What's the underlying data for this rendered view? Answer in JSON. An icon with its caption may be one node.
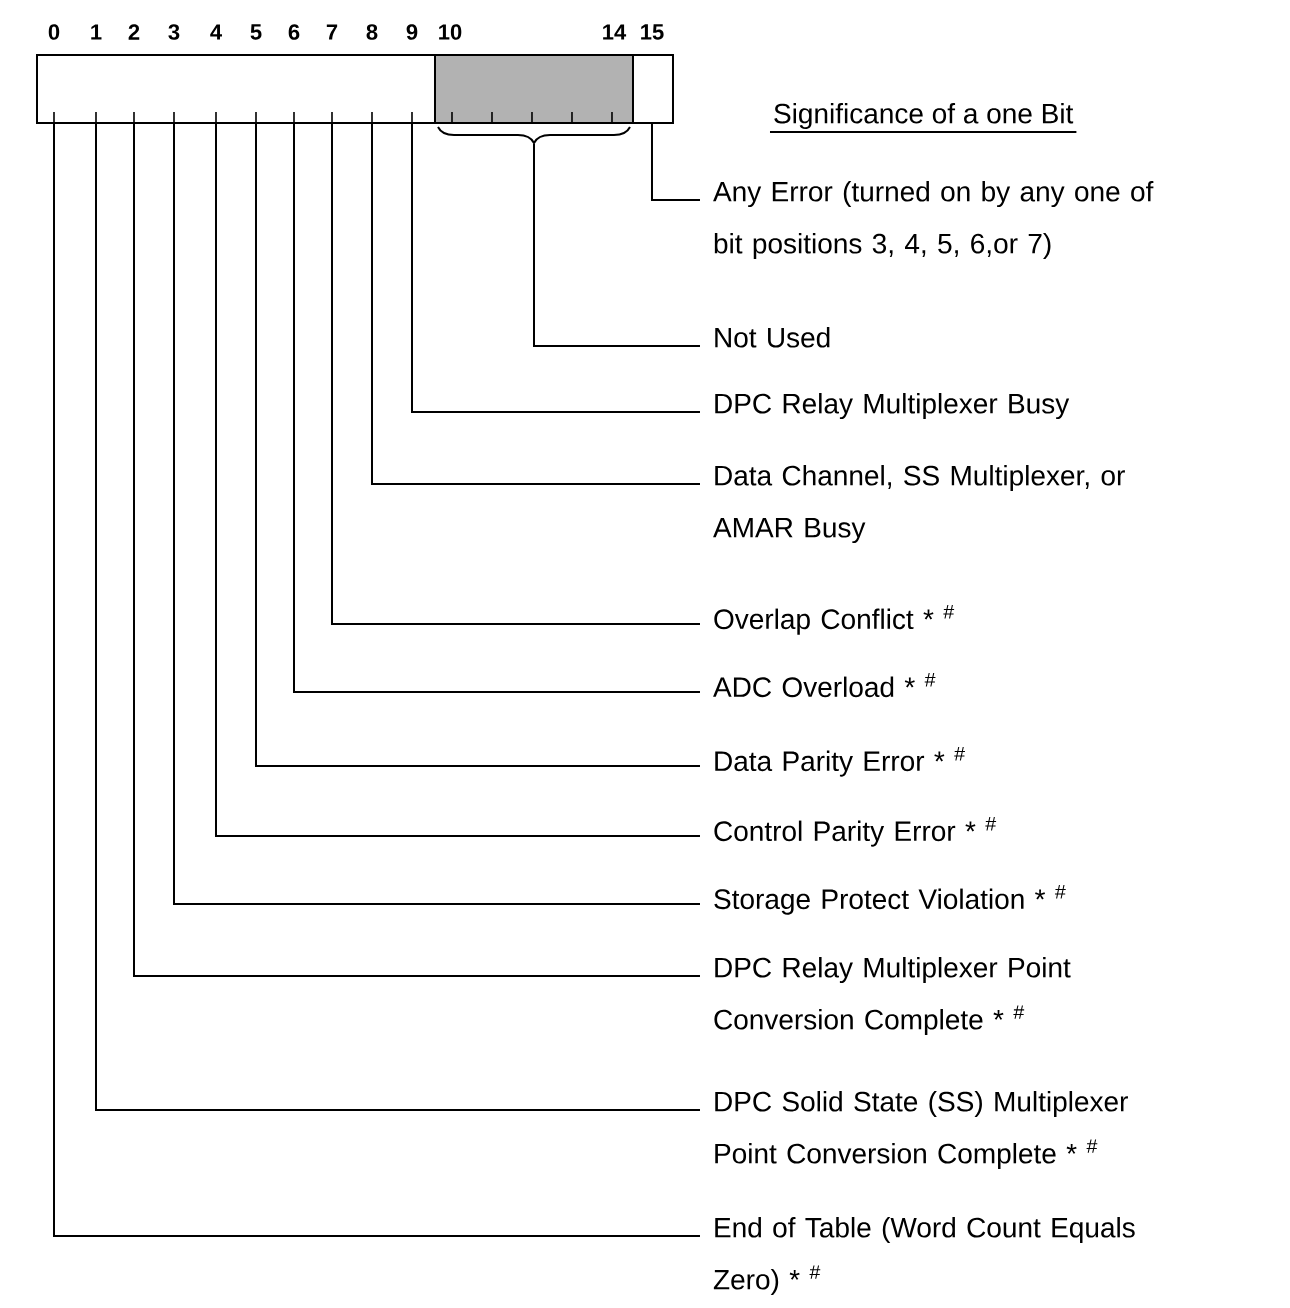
{
  "diagram": {
    "title": "Significance of a one Bit",
    "nodes": [
      {
        "text": [],
        "shape": "bar"
      },
      {
        "text": [],
        "shape": "box",
        "in": 0
      },
      {
        "text": [
          "Any Error (turned on by any one of bit positions 3, 4, 5, 6,or 7)"
        ]
      },
      {
        "text": [
          "Not Used"
        ]
      },
      {
        "text": [
          "DPC Relay Multiplexer Busy"
        ]
      },
      {
        "text": [
          "Data Channel, SS Multiplexer, or AMAR Busy"
        ]
      },
      {
        "text": [
          "Overlap Conflict * $^{#}$"
        ]
      },
      {
        "text": [
          "ADC Overload * $^{#}$"
        ]
      },
      {
        "text": [
          "Data Parity Error * $^{#}$"
        ]
      },
      {
        "text": [
          "Control Parity Error * $^{#}$"
        ]
      },
      {
        "text": [
          "Storage Protect Violation * $^{#}$"
        ]
      },
      {
        "text": [
          "DPC Relay Multiplexer Point Conversion Complete * $^{#}$"
        ]
      },
      {
        "text": [
          "DPC Solid State (SS) Multiplexer Point Conversion Complete * $^{#}$"
        ]
      },
      {
        "text": [
          "End of Table (Word Count Equals Zero) * $^{#}$"
        ]
      }
    ],
    "edges": [
      {
        "from": 2,
        "to": 0,
        "arrow": "none"
      },
      {
        "from": 3,
        "to": 1,
        "arrow": "none"
      },
      {
        "from": 4,
        "to": 0,
        "arrow": "none"
      },
      {
        "from": 5,
        "to": 0,
        "arrow": "none"
      },
      {
        "from": 6,
        "to": 0,
        "arrow": "none"
      },
      {
        "from": 7,
        "to": 0,
        "arrow": "none"
      },
      {
        "from": 8,
        "to": 0,
        "arrow": "none"
      },
      {
        "from": 9,
        "to": 0,
        "arrow": "none"
      },
      {
        "from": 10,
        "to": 0,
        "arrow": "none"
      },
      {
        "from": 11,
        "to": 0,
        "arrow": "none"
      },
      {
        "from": 12,
        "to": 0,
        "arrow": "none"
      },
      {
        "from": 13,
        "to": 0,
        "arrow": "none"
      }
    ],
    "labels": [
      "0",
      "1",
      "2",
      "3",
      "4",
      "5",
      "6",
      "7",
      "8",
      "9",
      "10",
      "14",
      "15"
    ]
  }
}
